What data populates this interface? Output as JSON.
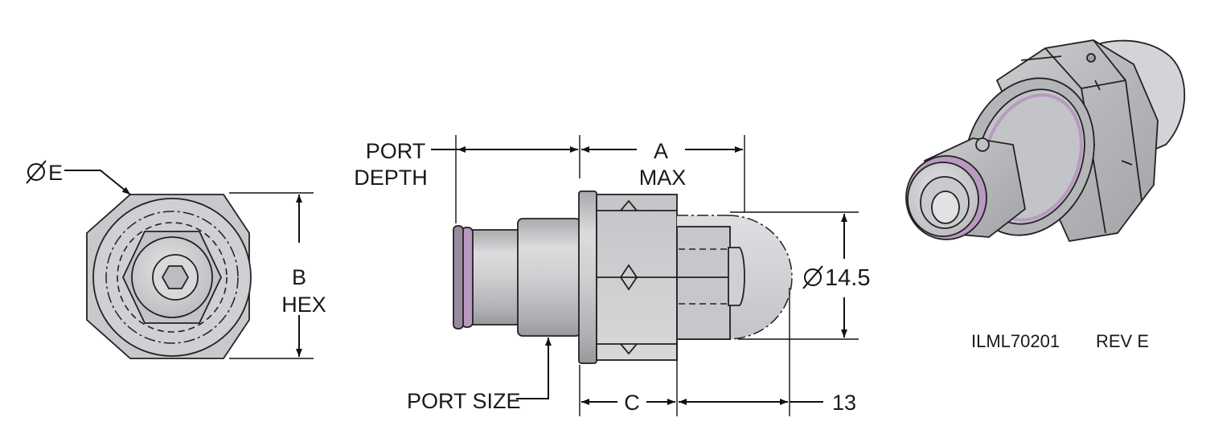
{
  "labels": {
    "dia_e": "E",
    "b_line1": "B",
    "b_line2": "HEX",
    "port_depth_line1": "PORT",
    "port_depth_line2": "DEPTH",
    "a_line1": "A",
    "a_line2": "MAX",
    "dia_14_5": "14.5",
    "port_size": "PORT SIZE",
    "c_label": "C",
    "dim_13": "13",
    "part_number": "ILML70201",
    "revision": "REV E"
  },
  "colors": {
    "metal_light": "#d4d4d6",
    "metal_mid": "#b9babd",
    "metal_dark": "#8e8f93",
    "seal_purple": "#b89ac0",
    "line": "#111111"
  }
}
